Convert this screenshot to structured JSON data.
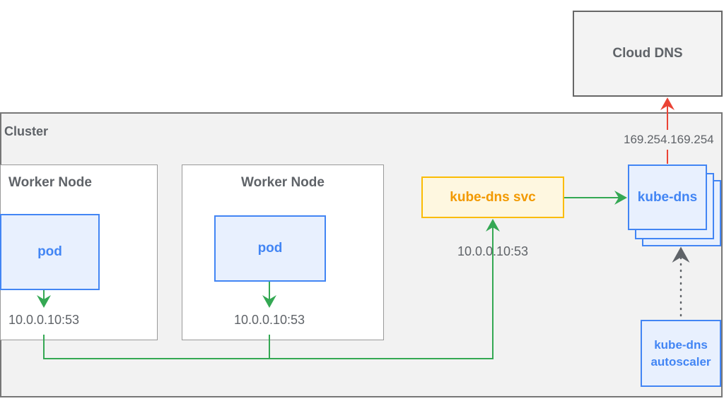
{
  "cloud_dns": {
    "label": "Cloud DNS"
  },
  "cluster": {
    "label": "Cluster"
  },
  "worker_nodes": [
    {
      "title": "Worker Node",
      "pod": "pod",
      "address": "10.0.0.10:53"
    },
    {
      "title": "Worker Node",
      "pod": "pod",
      "address": "10.0.0.10:53"
    }
  ],
  "kube_dns_svc": {
    "label": "kube-dns svc",
    "address": "10.0.0.10:53"
  },
  "kube_dns": {
    "label": "kube-dns",
    "upstream_address": "169.254.169.254"
  },
  "autoscaler": {
    "line1": "kube-dns",
    "line2": "autoscaler"
  },
  "colors": {
    "green": "#34a853",
    "red": "#ea4335",
    "blue": "#4285f4",
    "orange": "#f29900",
    "gray": "#5f6368"
  }
}
